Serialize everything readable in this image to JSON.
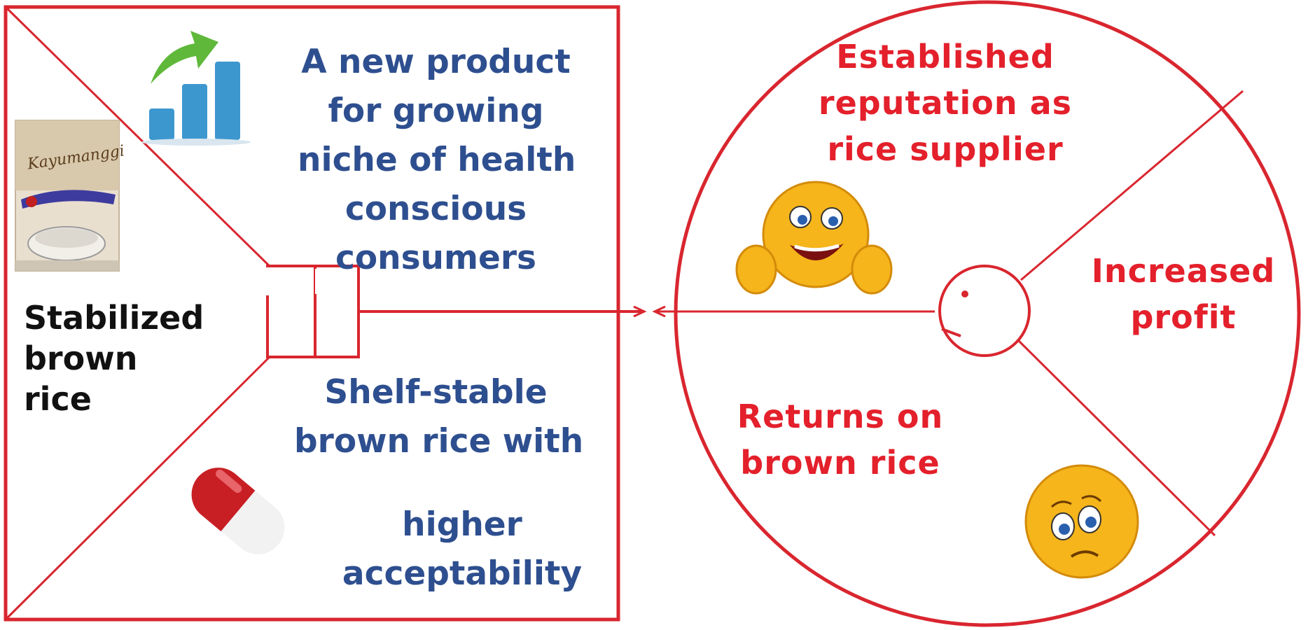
{
  "square": {
    "product_label": [
      "Stabilized",
      "brown",
      "rice"
    ],
    "top_text": [
      "A new product",
      "for growing",
      "niche of health",
      "conscious",
      "consumers"
    ],
    "bottom_text_a": [
      "Shelf-stable",
      "brown rice with"
    ],
    "bottom_text_b": [
      "higher",
      "acceptability"
    ]
  },
  "circle": {
    "top_text": [
      "Established",
      "reputation as",
      "rice  supplier"
    ],
    "right_text": [
      "Increased",
      "profit"
    ],
    "bottom_text": [
      "Returns on",
      "brown rice"
    ]
  },
  "colors": {
    "red": "#e3202b",
    "blue": "#2e4f8f",
    "black": "#111111"
  },
  "icons": [
    "bar-chart-up-icon",
    "rice-package-image",
    "capsule-pill-icon",
    "happy-thumbs-up-emoji",
    "worried-emoji"
  ]
}
